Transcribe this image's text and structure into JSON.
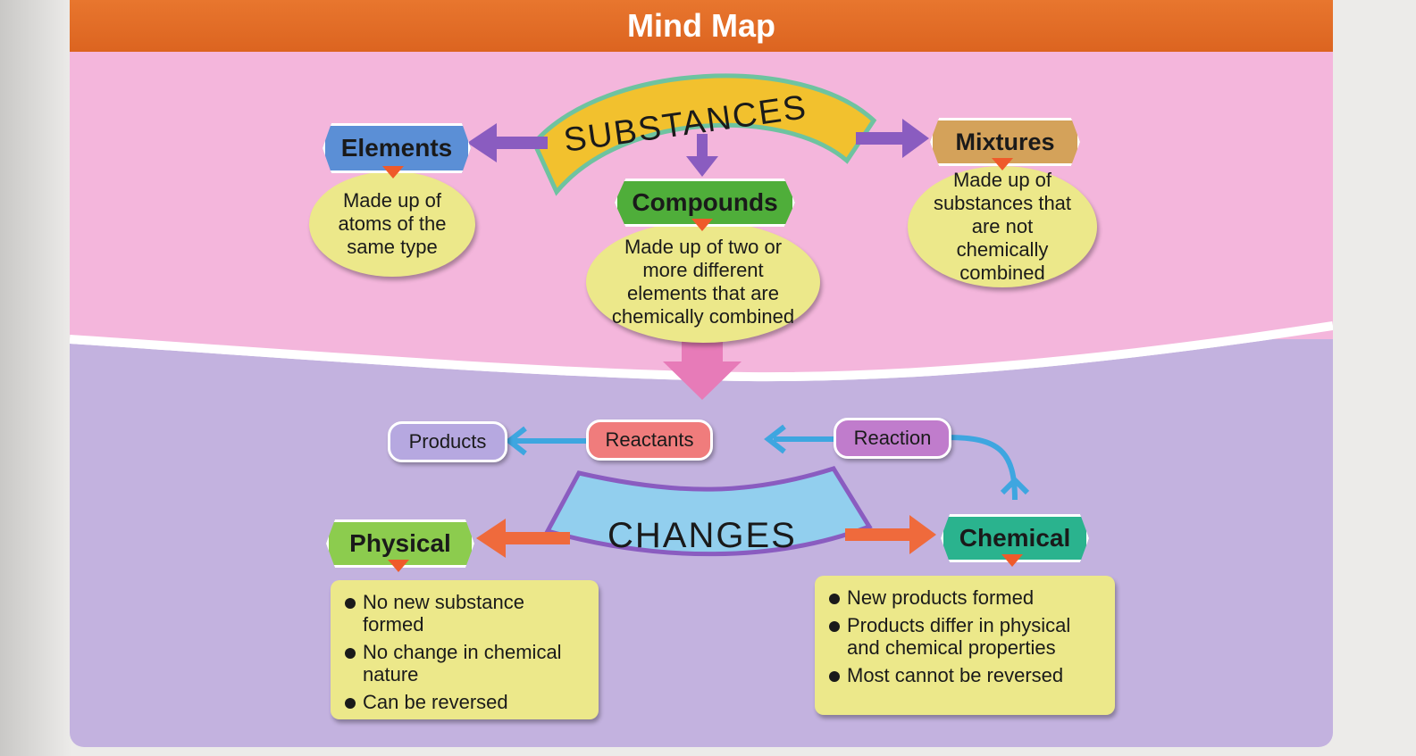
{
  "title": "Mind Map",
  "substances": {
    "label": "SUBSTANCES",
    "elements": {
      "label": "Elements",
      "description": "Made up of atoms of the same type"
    },
    "compounds": {
      "label": "Compounds",
      "description": "Made up of two or more different elements that are chemically combined"
    },
    "mixtures": {
      "label": "Mixtures",
      "description": "Made up of substances that are not chemically combined"
    }
  },
  "changes": {
    "label": "CHANGES",
    "flow": {
      "products": "Products",
      "reactants": "Reactants",
      "reaction": "Reaction"
    },
    "physical": {
      "label": "Physical",
      "points": [
        "No new substance formed",
        "No change in chemical nature",
        "Can be reversed"
      ]
    },
    "chemical": {
      "label": "Chemical",
      "points": [
        "New products formed",
        "Products differ in physical and chemical properties",
        "Most cannot be reversed"
      ]
    }
  },
  "colors": {
    "title_bar": "#e06a24",
    "pink_bg": "#f4b6dc",
    "lavender_bg": "#c3b2df",
    "note_fill": "#ece88a",
    "elements_pill": "#5b8fd6",
    "compounds_pill": "#4fae3a",
    "mixtures_pill": "#d4a25a",
    "physical_pill": "#8ccc4e",
    "chemical_pill": "#2ab38e",
    "purple_arrow": "#8a5cc0",
    "orange_arrow": "#ef6a3c",
    "blue_arrow": "#3ea6e0",
    "pink_arrow": "#e77bb8"
  }
}
